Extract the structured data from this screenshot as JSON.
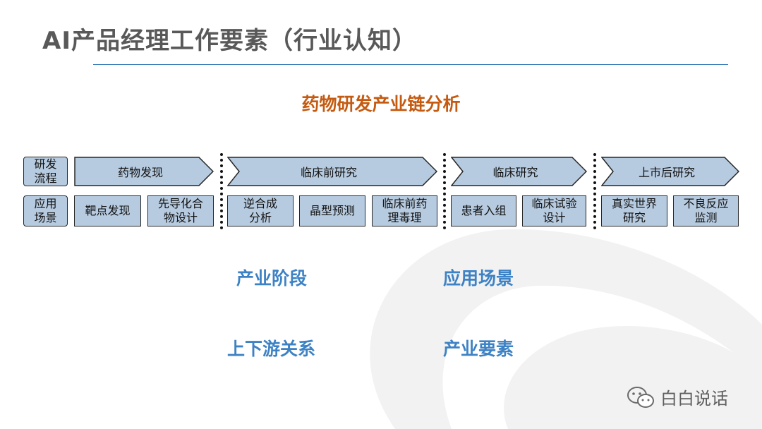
{
  "title": "AI产品经理工作要素（行业认知）",
  "subtitle": "药物研发产业链分析",
  "row_labels": {
    "process": "研发\n流程",
    "scenarios": "应用\n场景"
  },
  "stages": [
    {
      "label": "药物发现"
    },
    {
      "label": "临床前研究"
    },
    {
      "label": "临床研究"
    },
    {
      "label": "上市后研究"
    }
  ],
  "scenarios": [
    {
      "label": "靶点发现"
    },
    {
      "label": "先导化合\n物设计"
    },
    {
      "label": "逆合成\n分析"
    },
    {
      "label": "晶型预测"
    },
    {
      "label": "临床前药\n理毒理"
    },
    {
      "label": "患者入组"
    },
    {
      "label": "临床试验\n设计"
    },
    {
      "label": "真实世界\n研究"
    },
    {
      "label": "不良反应\n监测"
    }
  ],
  "keywords": {
    "industry_stage": "产业阶段",
    "application_scene": "应用场景",
    "supply_chain": "上下游关系",
    "industry_elements": "产业要素"
  },
  "watermark": {
    "text": "白白说话",
    "icon": "wechat-icon"
  },
  "colors": {
    "title": "#595959",
    "accent_orange": "#c55a11",
    "keyword_blue": "#3d82c4",
    "box_fill": "#b7cbe0",
    "rule_blue": "#2e75b6"
  }
}
